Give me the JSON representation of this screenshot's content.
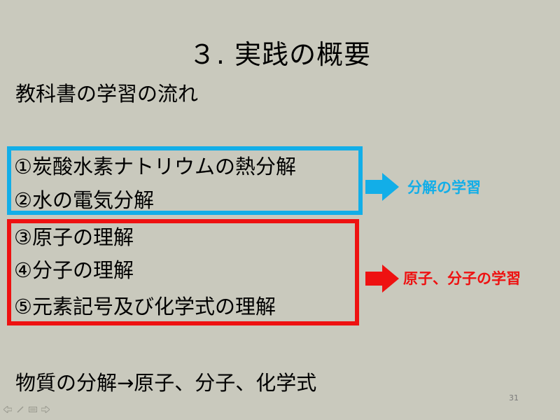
{
  "slide": {
    "title": "３. 実践の概要",
    "subtitle": "教科書の学習の流れ",
    "items": [
      "①炭酸水素ナトリウムの熱分解",
      "②水の電気分解",
      "③原子の理解",
      "④分子の理解",
      "⑤元素記号及び化学式の理解"
    ],
    "labels": {
      "decomposition": "分解の学習",
      "atoms_molecules": "原子、分子の学習"
    },
    "summary": "物質の分解→原子、分子、化学式",
    "page_number": "31"
  },
  "colors": {
    "background": "#c9c9bd",
    "blue": "#12aee8",
    "red": "#ee1111"
  },
  "nav_icons": [
    "previous-icon",
    "pen-icon",
    "menu-icon",
    "next-icon"
  ]
}
